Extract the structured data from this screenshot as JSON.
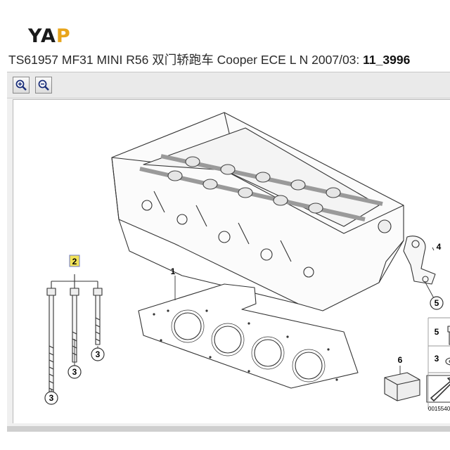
{
  "logo": {
    "text_main": "YA",
    "text_accent": "P"
  },
  "title": {
    "text": "TS61957 MF31 MINI R56 双门轿跑车 Cooper ECE L N 2007/03: ",
    "bold": "11_3996"
  },
  "toolbar": {
    "zoom_in_icon": "magnifier-plus-icon",
    "zoom_out_icon": "magnifier-minus-icon"
  },
  "diagram": {
    "callouts": {
      "c1": "1",
      "c2": "2",
      "c3a": "3",
      "c3b": "3",
      "c3c": "3",
      "c4": "4",
      "c5": "5",
      "c5b": "5",
      "c3d": "3",
      "c6": "6"
    },
    "figure_code": "0015540"
  },
  "colors": {
    "accent_logo": "#e8a51c",
    "callout_highlight": "#f2e35a"
  }
}
